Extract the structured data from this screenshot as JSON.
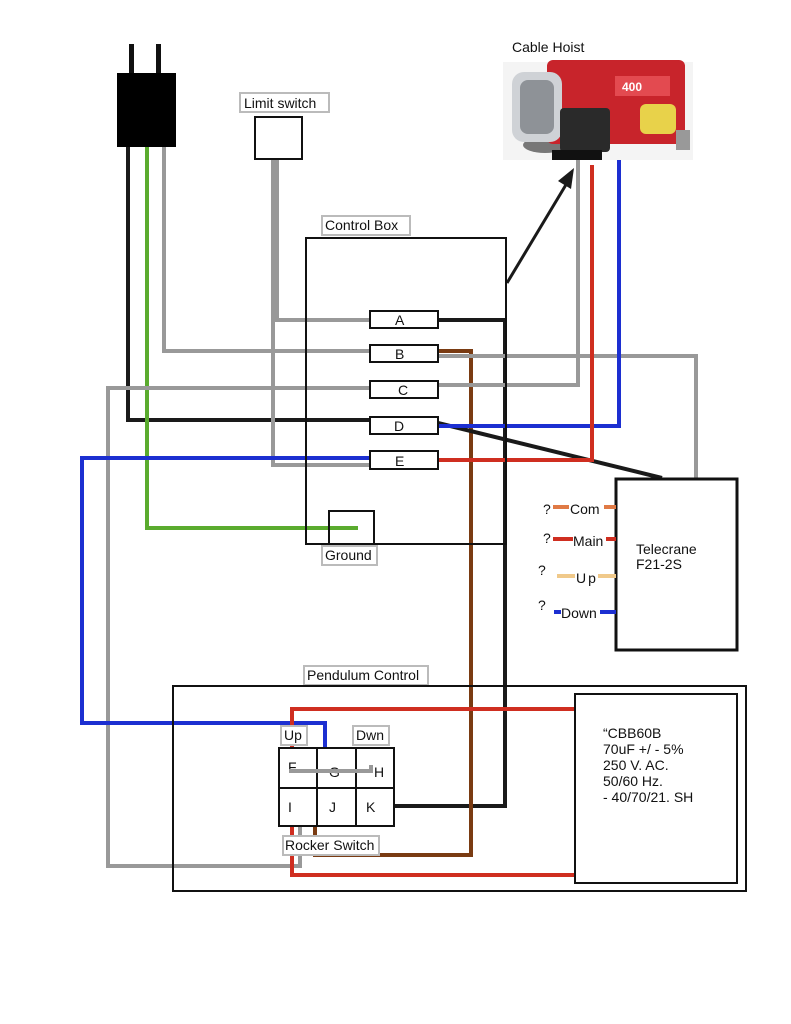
{
  "hoist": {
    "title": "Cable Hoist",
    "badge": "400"
  },
  "limit_switch": {
    "label": "Limit switch"
  },
  "control_box": {
    "label": "Control Box",
    "terminals": [
      "A",
      "B",
      "C",
      "D",
      "E"
    ],
    "ground_label": "Ground"
  },
  "telecrane": {
    "name_line1": "Telecrane",
    "name_line2": "F21-2S",
    "pins": [
      {
        "q": "?",
        "label": "Com"
      },
      {
        "q": "?",
        "label": "Main"
      },
      {
        "q": "?",
        "label": "Up"
      },
      {
        "q": "?",
        "label": "Down"
      }
    ]
  },
  "pendulum": {
    "label": "Pendulum Control",
    "up_label": "Up",
    "down_label": "Dwn",
    "switch_cells": [
      "F",
      "G",
      "H",
      "I",
      "J",
      "K"
    ],
    "rocker_label": "Rocker Switch",
    "capacitor_lines": [
      "“CBB60B",
      "70uF +/ - 5%",
      "250 V. AC.",
      "50/60 Hz.",
      "- 40/70/21. SH"
    ]
  },
  "wire_colors": {
    "black": "#1a1a1a",
    "green": "#5aab2e",
    "gray": "#999999",
    "blue": "#1c2fd1",
    "red": "#cf2e20",
    "brown": "#7a3b12",
    "orange": "#e07a45",
    "tan": "#f0c98a"
  }
}
